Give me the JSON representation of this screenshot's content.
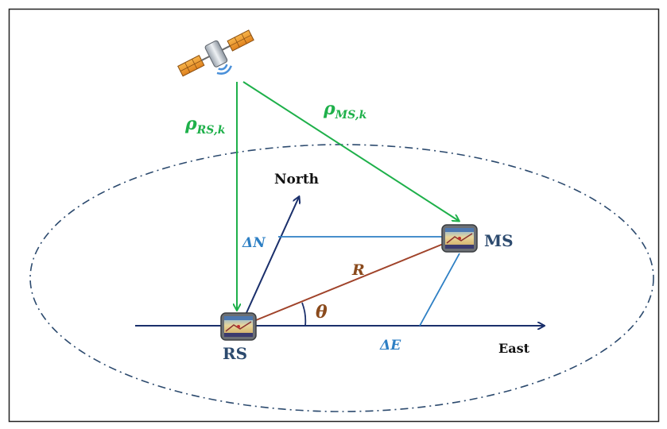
{
  "diagram": {
    "labels": {
      "north": "North",
      "east": "East",
      "rs": "RS",
      "ms": "MS",
      "rho_rs_base": "ρ",
      "rho_rs_sub": "RS,k",
      "rho_ms_base": "ρ",
      "rho_ms_sub": "MS,k",
      "range": "R",
      "angle": "θ",
      "delta_n": "ΔN",
      "delta_e": "ΔE"
    },
    "colors": {
      "frame": "#222222",
      "ellipse": "#2c4a6e",
      "axis": "#1a2f6b",
      "signal": "#1eb04a",
      "range_line": "#a0432a",
      "component_line": "#2d7fc4",
      "station_label": "#2c4a6e",
      "math_label": "#8a4a1c"
    },
    "icons": {
      "satellite": "satellite-icon",
      "rs_device": "gps-device-icon",
      "ms_device": "gps-device-icon"
    }
  }
}
